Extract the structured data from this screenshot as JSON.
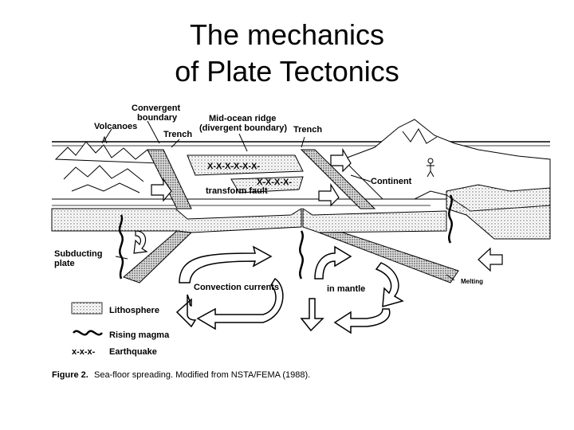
{
  "title_line1": "The mechanics",
  "title_line2": "of Plate Tectonics",
  "labels": {
    "convergent_1": "Convergent",
    "convergent_2": "boundary",
    "volcanoes": "Volcanoes",
    "trench_left": "Trench",
    "ridge_1": "Mid-ocean ridge",
    "ridge_2": "(divergent boundary)",
    "trench_right": "Trench",
    "continent": "Continent",
    "transform_fault": "transform fault",
    "subducting_1": "Subducting",
    "subducting_2": "plate",
    "convection": "Convection currents",
    "in_mantle": "in mantle",
    "melting": "Melting",
    "quake_marks_ridge": "X-X-X-X-X-X-",
    "quake_marks_fault": "X-X-X-X-"
  },
  "legend": {
    "lithosphere": "Lithosphere",
    "rising_magma": "Rising magma",
    "earthquake_symbol": "x-x-x-",
    "earthquake": "Earthquake"
  },
  "caption": {
    "figure": "Figure 2.",
    "text": "Sea-floor spreading. Modified from NSTA/FEMA (1988)."
  },
  "colors": {
    "ink": "#000000",
    "paper": "#ffffff",
    "stipple": "#777777"
  }
}
